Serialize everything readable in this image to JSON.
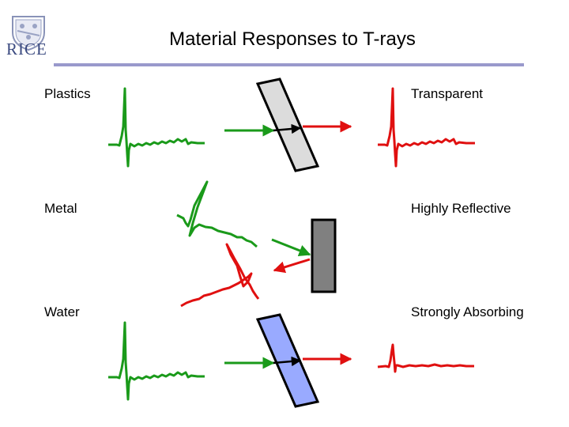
{
  "logo": {
    "text": "RICE"
  },
  "title": "Material Responses to T-rays",
  "materials": [
    {
      "name": "Plastics",
      "response": "Transparent"
    },
    {
      "name": "Metal",
      "response": "Highly Reflective"
    },
    {
      "name": "Water",
      "response": "Strongly Absorbing"
    }
  ],
  "colors": {
    "incident_wave": "#1a9a1a",
    "output_wave": "#e01010",
    "plastic_slab": "#dcdcdc",
    "metal_slab": "#808080",
    "water_slab": "#99aaff",
    "rule": "#9999cc"
  }
}
